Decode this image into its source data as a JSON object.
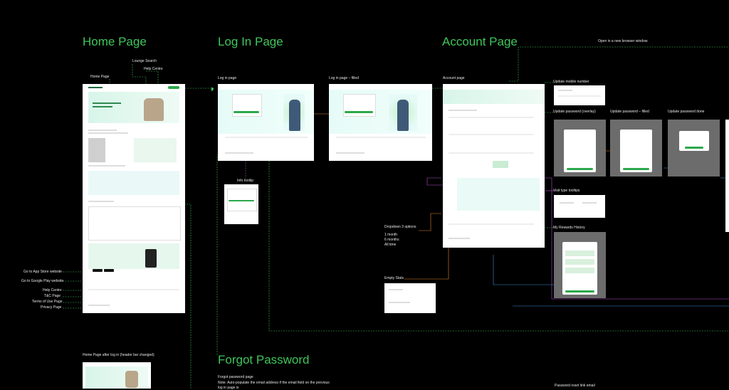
{
  "sections": {
    "home": "Home Page",
    "login": "Log In Page",
    "account": "Account Page",
    "forgot": "Forgot Password"
  },
  "labels": {
    "lounge_search": "Lounge Search",
    "help_centre_top": "Help Centre",
    "home_page": "Home Page",
    "login_page": "Log in page",
    "login_filled": "Log in page – filled",
    "account_page": "Account page",
    "open_new_window": "Open in a new browser window",
    "update_mobile": "Update mobile number",
    "update_pw_overlay": "Update password (overlay)",
    "update_pw_filled": "Update password – filled",
    "update_pw_done": "Update password done",
    "info_tooltip": "Info tooltip",
    "visit_type_tooltip": "Visit type tooltips",
    "rewards_history": "My Rewards History",
    "dropdown_options": "Dropdown 3 options",
    "opt_1": "1 month",
    "opt_2": "6 months",
    "opt_3": "All time",
    "empty_stats": "Empty Stats",
    "app_store": "Go to App Store website",
    "google_play": "Go to Google Play website",
    "help_centre": "Help Centre",
    "tc_page": "T&C Page",
    "terms_page": "Terms of Use Page",
    "privacy_page": "Privacy Page",
    "home_after_login": "Home Page after log in (header bar changed)",
    "forgot_page": "Forgot password page",
    "forgot_note": "Note: Auto-populate the email address if the email field on the previous",
    "forgot_note2": "log in page is",
    "reset_email": "Password reset link email"
  },
  "colors": {
    "background": "#000000",
    "accent_green": "#3fc65a",
    "link_orange": "#e6862b",
    "link_purple": "#b04fd1",
    "link_blue": "#3b8fd9",
    "frame_gray": "#6c6c6c"
  }
}
